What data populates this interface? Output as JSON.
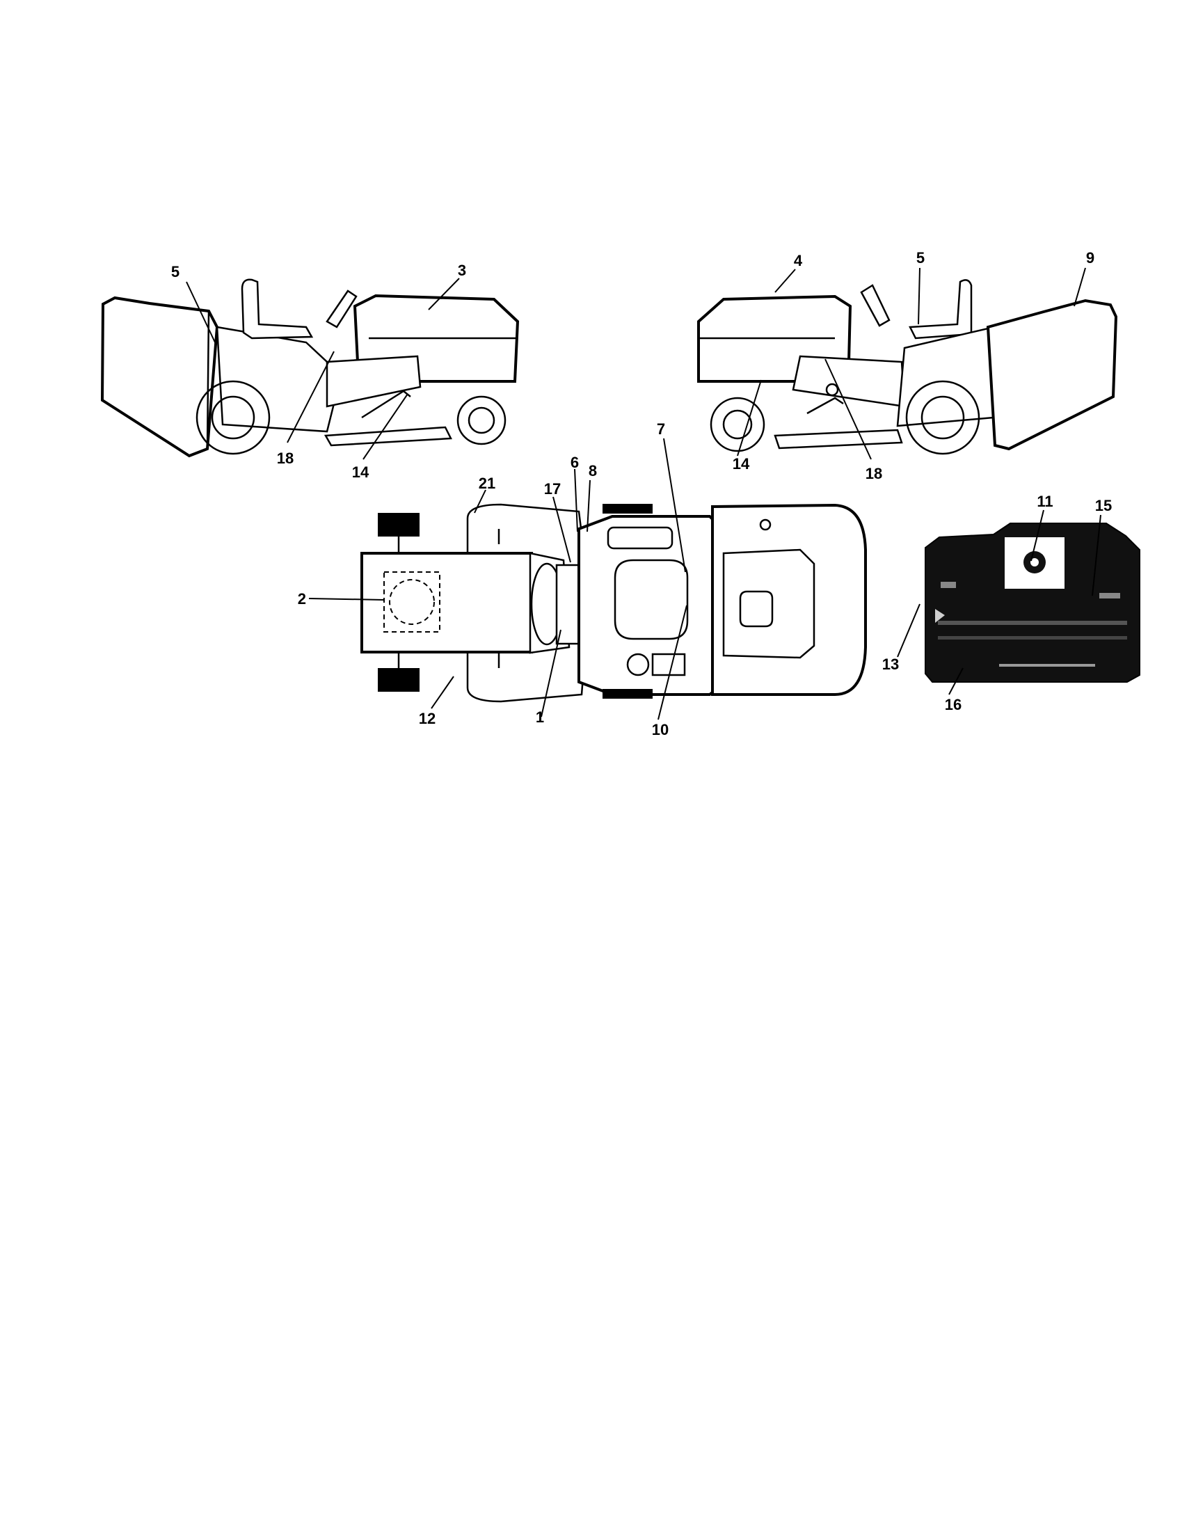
{
  "diagram": {
    "callouts": {
      "left_view": [
        "5",
        "3",
        "18",
        "14"
      ],
      "right_view": [
        "4",
        "5",
        "9",
        "14",
        "18"
      ],
      "top_view": [
        "21",
        "17",
        "6",
        "8",
        "7",
        "2",
        "12",
        "1",
        "10"
      ],
      "dash_view": [
        "11",
        "15",
        "13",
        "16"
      ]
    }
  }
}
